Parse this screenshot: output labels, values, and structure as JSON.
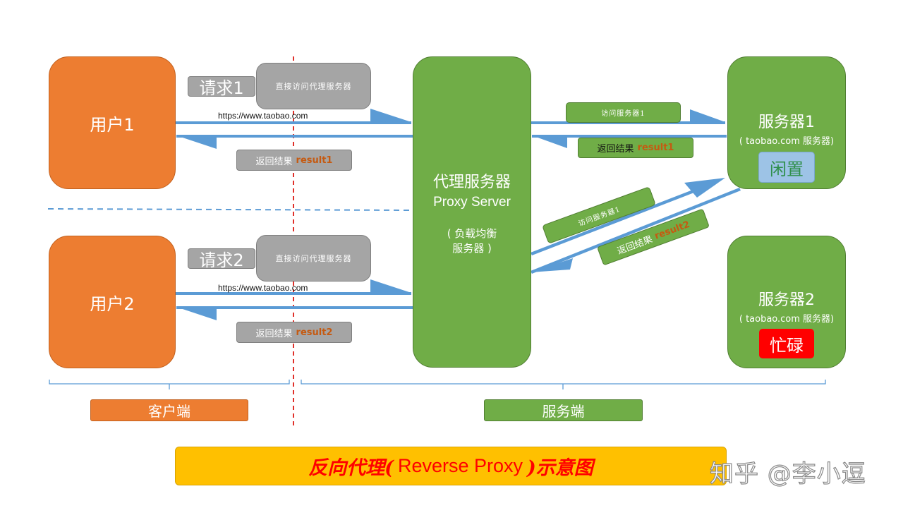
{
  "client": {
    "user1": "用户1",
    "user2": "用户2",
    "req1": "请求1",
    "req2": "请求2",
    "direct_note": "直接访问代理服务器",
    "url": "https://www.taobao.com",
    "return_prefix": "返回结果",
    "result1": "result1",
    "result2": "result2"
  },
  "proxy": {
    "name": "代理服务器",
    "name_en": "Proxy Server",
    "desc_line1": "( 负载均衡",
    "desc_line2": "服务器 )"
  },
  "servers": {
    "server1": "服务器1",
    "server2": "服务器2",
    "server_desc": "( taobao.com 服务器)",
    "idle": "闲置",
    "busy": "忙碌",
    "visit1": "访问服务器1"
  },
  "footer": {
    "client_side": "客户端",
    "server_side": "服务端",
    "title_cn_left": "反向代理(",
    "title_en": "Reverse Proxy",
    "title_cn_right": ")示意图"
  },
  "watermark": "知乎 @李小逗",
  "colors": {
    "orange": "#ed7d31",
    "green": "#70ad47",
    "gray": "#a5a5a5",
    "arrow": "#5b9bd5",
    "idle_bg": "#9dc3e6",
    "busy_bg": "#ff0000",
    "title_bg": "#ffc000",
    "title_text": "#ff0000"
  }
}
